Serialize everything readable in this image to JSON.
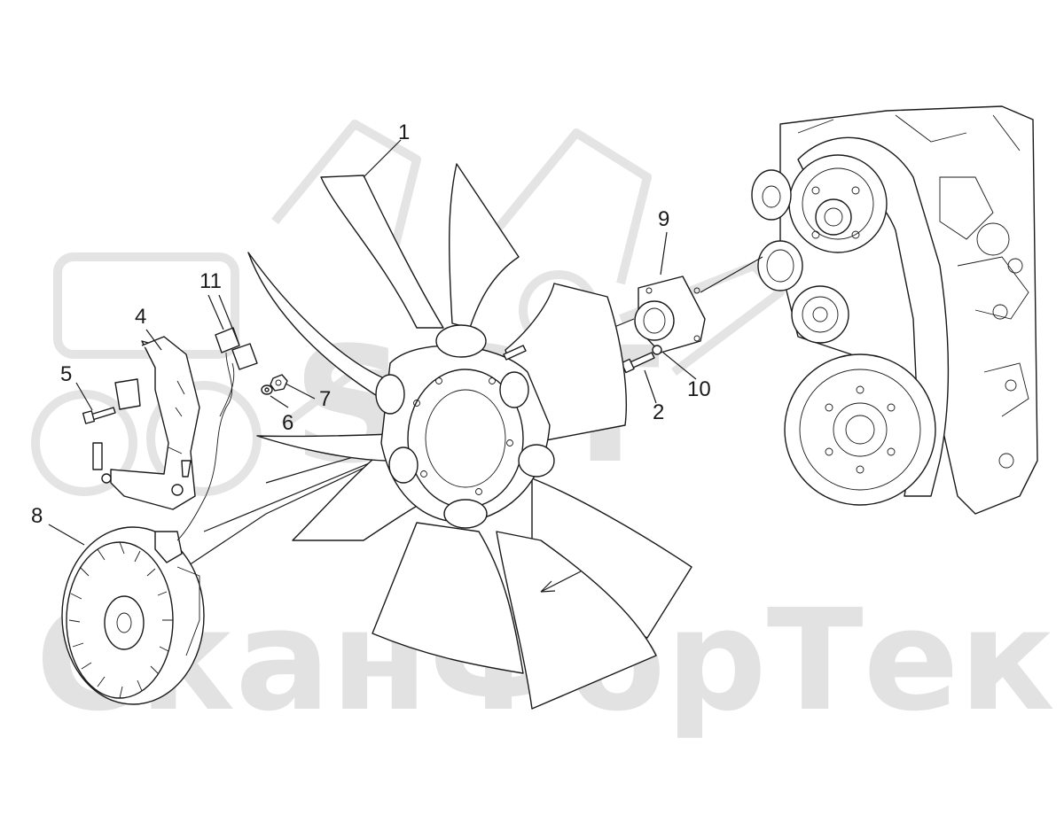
{
  "watermark": {
    "logo_text": "SST",
    "brand_text": "СканФорТек",
    "color": "#e2e2e2"
  },
  "callouts": [
    {
      "id": "1",
      "label": "1"
    },
    {
      "id": "2",
      "label": "2"
    },
    {
      "id": "4",
      "label": "4"
    },
    {
      "id": "5",
      "label": "5"
    },
    {
      "id": "6",
      "label": "6"
    },
    {
      "id": "7",
      "label": "7"
    },
    {
      "id": "8",
      "label": "8"
    },
    {
      "id": "9",
      "label": "9"
    },
    {
      "id": "10",
      "label": "10"
    },
    {
      "id": "11",
      "label": "11"
    }
  ],
  "icons": {
    "rotation": "rotation-arrow-icon"
  },
  "colors": {
    "line": "#1a1a1a",
    "watermark": "#e2e2e2",
    "background": "#ffffff"
  }
}
